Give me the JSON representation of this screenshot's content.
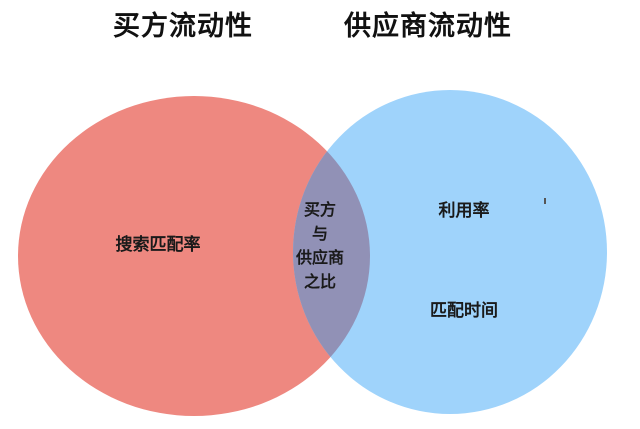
{
  "titles": {
    "left": "买方流动性",
    "right": "供应商流动性"
  },
  "circles": {
    "left": {
      "color": "#ee8880"
    },
    "right": {
      "color": "#9fd3fb"
    },
    "overlap": {
      "color": "#9191b6"
    }
  },
  "labels": {
    "left": "搜索匹配率",
    "overlap": [
      "买方",
      "与",
      "供应商",
      "之比"
    ],
    "right": [
      "利用率",
      "匹配时间"
    ]
  }
}
